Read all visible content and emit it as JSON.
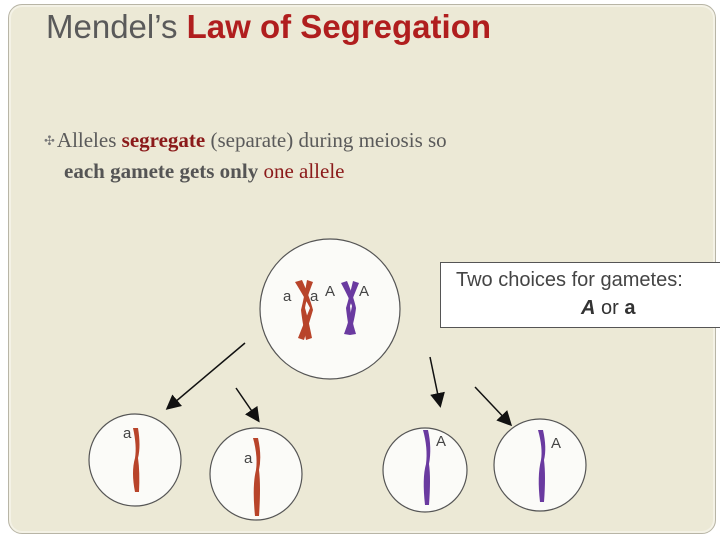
{
  "title": {
    "plain": "Mendel’s ",
    "highlight": "Law of Segregation"
  },
  "bullet": {
    "marker": "✣",
    "line1_a": "Alleles ",
    "line1_b": "segregate",
    "line1_c": " (separate) during meiosis so",
    "line2_a": "each gamete gets only ",
    "line2_b": "one allele"
  },
  "callout": {
    "line1": "Two choices for gametes:",
    "allele_A": "A",
    "or": " or ",
    "allele_a": "a"
  },
  "parent_cell": {
    "labels": [
      "a",
      "a",
      "A",
      "A"
    ]
  },
  "gametes": [
    "a",
    "a",
    "A",
    "A"
  ],
  "colors": {
    "recessive": "#b8442a",
    "dominant": "#6a3aa0",
    "title_highlight": "#b01e1e",
    "panel": "#ece9d6"
  }
}
